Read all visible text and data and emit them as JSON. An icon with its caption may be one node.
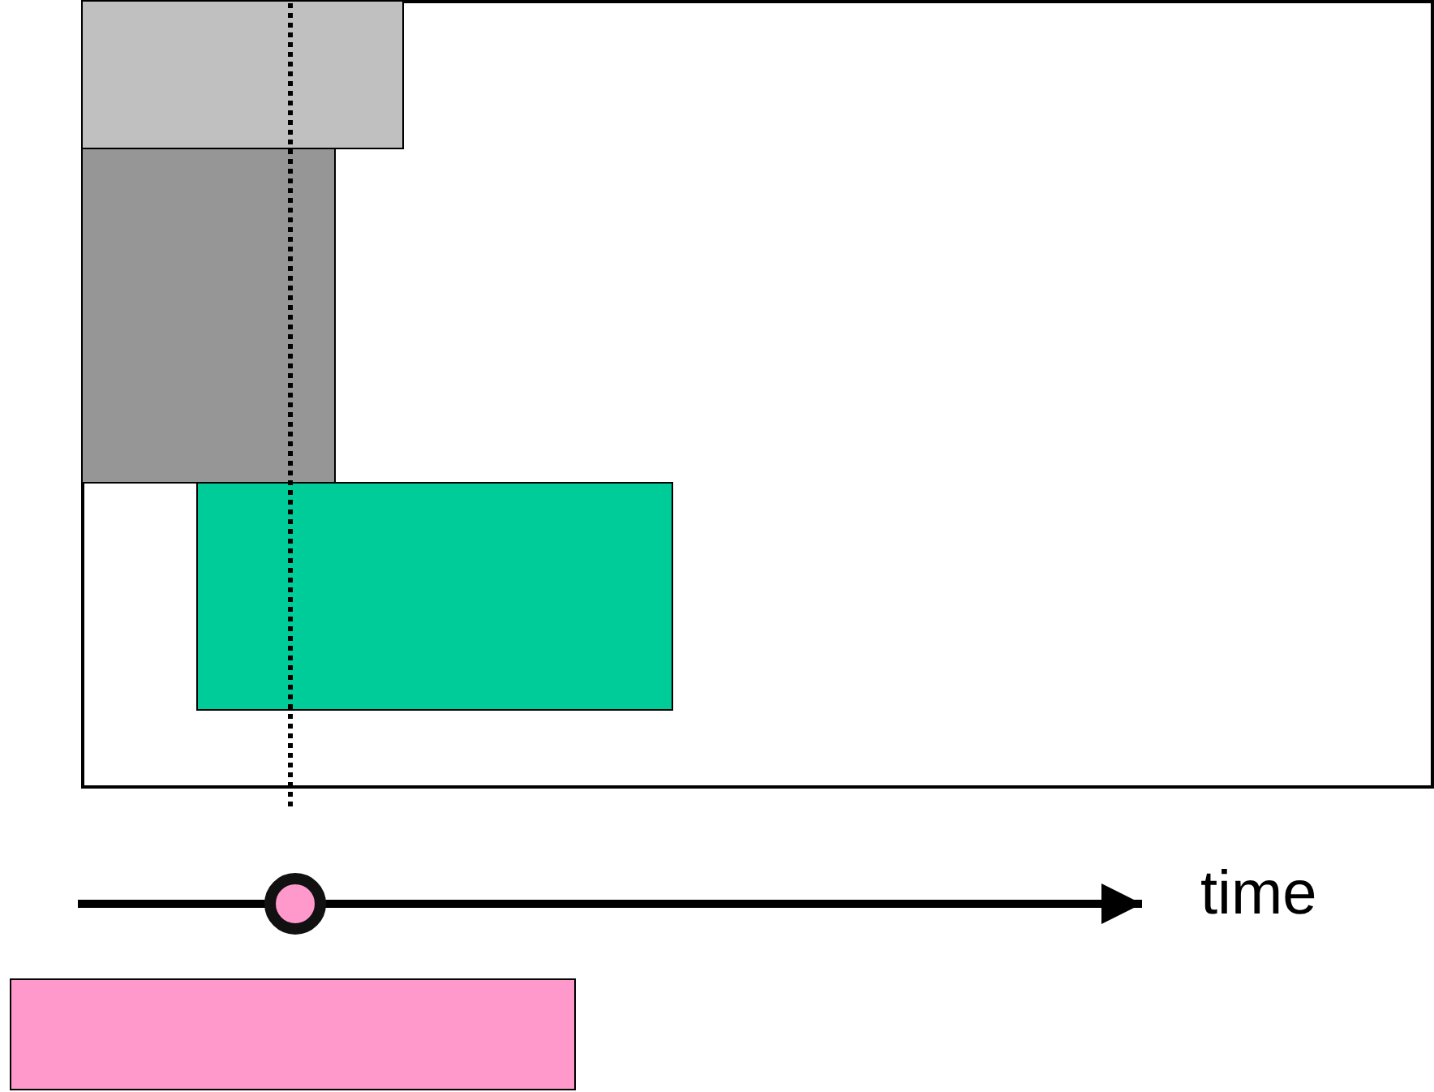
{
  "diagram": {
    "nodes": [
      {
        "text": [],
        "shape": "box"
      },
      {
        "text": [],
        "shape": "box",
        "in": 0
      },
      {
        "text": [],
        "shape": "box",
        "in": 0
      },
      {
        "text": [],
        "shape": "box",
        "in": 0
      },
      {
        "text": [],
        "shape": "circle"
      },
      {
        "text": [],
        "shape": "box"
      }
    ],
    "labels": [
      "time"
    ]
  }
}
